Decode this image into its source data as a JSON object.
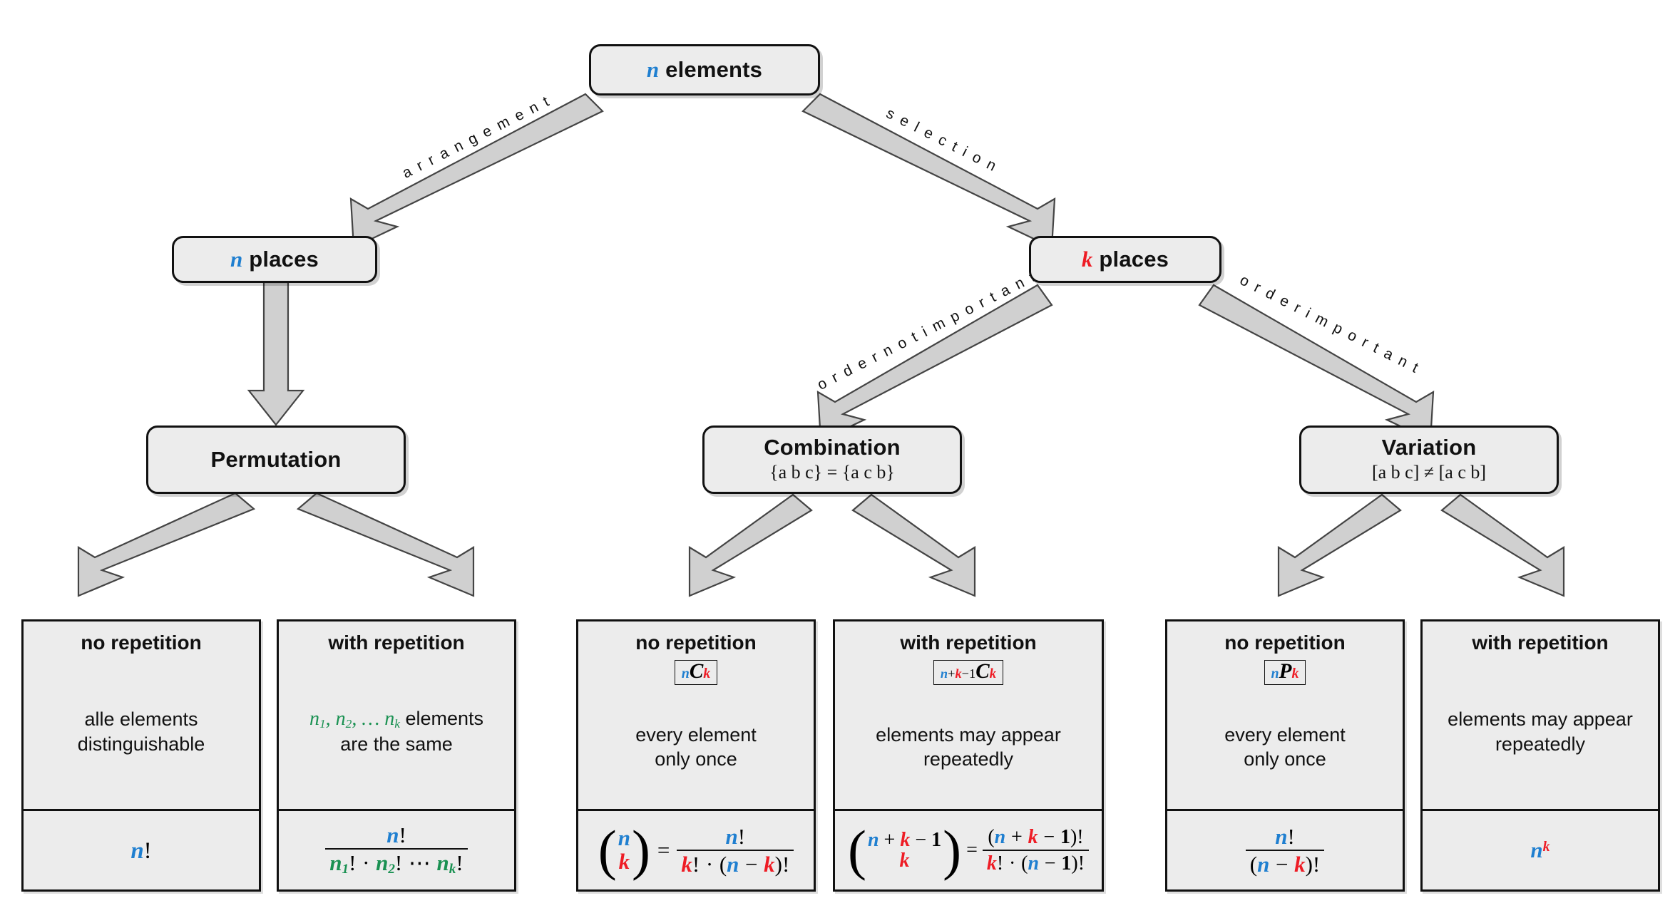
{
  "diagram": {
    "title": "Combinatorics decision tree",
    "colors": {
      "n": "#1f7fd0",
      "k": "#ee1c25",
      "green": "#1a9152",
      "box_fill": "#ececec",
      "stroke": "#111111",
      "arrow_fill": "#d0d0d0"
    }
  },
  "root": {
    "label_n": "n",
    "label_text": " elements"
  },
  "edges": {
    "arrangement": "a r r a n g e m e n t",
    "selection": "s e l e c t i o n",
    "order_not_important": "o r d e r  n o t  i m p o r t a n t",
    "order_important": "o r d e r  i m p o r t a n t"
  },
  "level2": {
    "left": {
      "var": "n",
      "text": " places"
    },
    "right": {
      "var": "k",
      "text": " places"
    }
  },
  "level3": [
    {
      "name": "permutation",
      "title": "Permutation",
      "example": ""
    },
    {
      "name": "combination",
      "title": "Combination",
      "example": "{a b c} = {a c b}"
    },
    {
      "name": "variation",
      "title": "Variation",
      "example": "[a b c] ≠ [a c b]"
    }
  ],
  "leaves": [
    {
      "id": "permutation-no-repetition",
      "title": "no repetition",
      "symbol": "",
      "desc_line1": "alle elements",
      "desc_line2": "distinguishable",
      "formula_text": "n!"
    },
    {
      "id": "permutation-with-repetition",
      "title": "with repetition",
      "symbol": "",
      "desc_line1": "n₁, n₂, … nₖ elements",
      "desc_line2": "are the same",
      "formula_text": "n! / (n₁! · n₂! ⋯ nₖ!)"
    },
    {
      "id": "combination-no-repetition",
      "title": "no repetition",
      "symbol": "nCk",
      "desc_line1": "every element",
      "desc_line2": "only once",
      "formula_text": "(n choose k) = n! / (k! · (n − k)!)"
    },
    {
      "id": "combination-with-repetition",
      "title": "with repetition",
      "symbol": "n+k−1Ck",
      "desc_line1": "elements may appear",
      "desc_line2": "repeatedly",
      "formula_text": "(n+k−1 choose k) = (n + k − 1)! / (k! · (n − 1)!)"
    },
    {
      "id": "variation-no-repetition",
      "title": "no repetition",
      "symbol": "nPk",
      "desc_line1": "every element",
      "desc_line2": "only once",
      "formula_text": "n! / (n − k)!"
    },
    {
      "id": "variation-with-repetition",
      "title": "with repetition",
      "symbol": "",
      "desc_line1": "elements may appear",
      "desc_line2": "repeatedly",
      "formula_text": "n^k"
    }
  ]
}
